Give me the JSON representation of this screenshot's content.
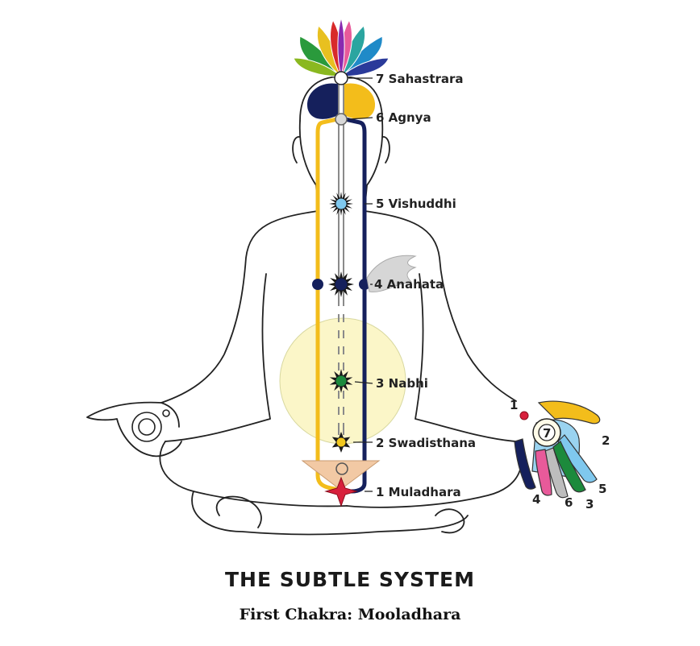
{
  "title": "THE SUBTLE SYSTEM",
  "caption": "First Chakra: Mooladhara",
  "chakras": [
    {
      "label": "7 Sahastrara",
      "color": "#ffffff"
    },
    {
      "label": "6 Agnya",
      "color": "#d8d8d8"
    },
    {
      "label": "5 Vishuddhi",
      "color": "#7fc8ee"
    },
    {
      "label": "4 Anahata",
      "color": "#15205c"
    },
    {
      "label": "3 Nabhi",
      "color": "#1c8a3c"
    },
    {
      "label": "2 Swadisthana",
      "color": "#f2c81e"
    },
    {
      "label": "1 Muladhara",
      "color": "#d8203c"
    }
  ],
  "finger_numbers": [
    "1",
    "2",
    "7",
    "4",
    "6",
    "3",
    "5"
  ],
  "colors": {
    "left_channel": "#f3bd1b",
    "right_channel": "#15205c",
    "center_channel": "#9a9a9a",
    "nabhi_aura": "#fbf6c8",
    "swadisthana_triangle": "#f2c9a4"
  }
}
